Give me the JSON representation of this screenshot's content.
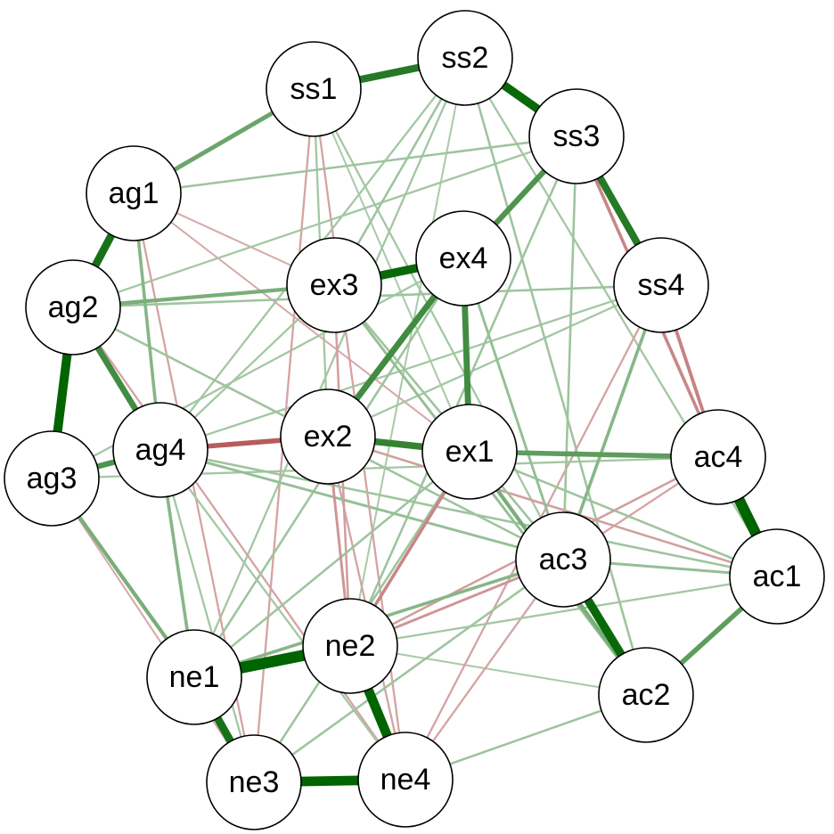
{
  "colors": {
    "positive": "#006400",
    "negative": "#8b0000",
    "node_fill": "#ffffff",
    "node_stroke": "#000000"
  },
  "nodes": [
    {
      "id": "ss1",
      "label": "ss1"
    },
    {
      "id": "ss2",
      "label": "ss2"
    },
    {
      "id": "ss3",
      "label": "ss3"
    },
    {
      "id": "ss4",
      "label": "ss4"
    },
    {
      "id": "ag1",
      "label": "ag1"
    },
    {
      "id": "ag2",
      "label": "ag2"
    },
    {
      "id": "ag3",
      "label": "ag3"
    },
    {
      "id": "ag4",
      "label": "ag4"
    },
    {
      "id": "ex1",
      "label": "ex1"
    },
    {
      "id": "ex2",
      "label": "ex2"
    },
    {
      "id": "ex3",
      "label": "ex3"
    },
    {
      "id": "ex4",
      "label": "ex4"
    },
    {
      "id": "ac1",
      "label": "ac1"
    },
    {
      "id": "ac2",
      "label": "ac2"
    },
    {
      "id": "ac3",
      "label": "ac3"
    },
    {
      "id": "ac4",
      "label": "ac4"
    },
    {
      "id": "ne1",
      "label": "ne1"
    },
    {
      "id": "ne2",
      "label": "ne2"
    },
    {
      "id": "ne3",
      "label": "ne3"
    },
    {
      "id": "ne4",
      "label": "ne4"
    }
  ],
  "edges": [
    {
      "from": "ss1",
      "to": "ss2",
      "weight": 0.55,
      "sign": "positive"
    },
    {
      "from": "ss2",
      "to": "ss3",
      "weight": 0.65,
      "sign": "positive"
    },
    {
      "from": "ss3",
      "to": "ss4",
      "weight": 0.55,
      "sign": "positive"
    },
    {
      "from": "ss3",
      "to": "ex4",
      "weight": 0.4,
      "sign": "positive"
    },
    {
      "from": "ss1",
      "to": "ag1",
      "weight": 0.3,
      "sign": "positive"
    },
    {
      "from": "ss3",
      "to": "ac4",
      "weight": 0.2,
      "sign": "negative"
    },
    {
      "from": "ss4",
      "to": "ac4",
      "weight": 0.22,
      "sign": "negative"
    },
    {
      "from": "ag1",
      "to": "ag2",
      "weight": 0.6,
      "sign": "positive"
    },
    {
      "from": "ag2",
      "to": "ag3",
      "weight": 0.7,
      "sign": "positive"
    },
    {
      "from": "ag2",
      "to": "ag4",
      "weight": 0.45,
      "sign": "positive"
    },
    {
      "from": "ag3",
      "to": "ag4",
      "weight": 0.4,
      "sign": "positive"
    },
    {
      "from": "ex3",
      "to": "ex4",
      "weight": 0.65,
      "sign": "positive"
    },
    {
      "from": "ex4",
      "to": "ex2",
      "weight": 0.45,
      "sign": "positive"
    },
    {
      "from": "ex4",
      "to": "ex1",
      "weight": 0.45,
      "sign": "positive"
    },
    {
      "from": "ex2",
      "to": "ex1",
      "weight": 0.5,
      "sign": "positive"
    },
    {
      "from": "ex3",
      "to": "ag2",
      "weight": 0.25,
      "sign": "positive"
    },
    {
      "from": "ag4",
      "to": "ex2",
      "weight": 0.35,
      "sign": "negative"
    },
    {
      "from": "ex1",
      "to": "ac4",
      "weight": 0.35,
      "sign": "positive"
    },
    {
      "from": "ex1",
      "to": "ac2",
      "weight": 0.25,
      "sign": "positive"
    },
    {
      "from": "ac4",
      "to": "ac1",
      "weight": 0.85,
      "sign": "positive"
    },
    {
      "from": "ac3",
      "to": "ac2",
      "weight": 0.65,
      "sign": "positive"
    },
    {
      "from": "ac1",
      "to": "ac2",
      "weight": 0.35,
      "sign": "positive"
    },
    {
      "from": "ac3",
      "to": "ac1",
      "weight": 0.15,
      "sign": "positive"
    },
    {
      "from": "ac4",
      "to": "ac3",
      "weight": 0.1,
      "sign": "negative"
    },
    {
      "from": "ne1",
      "to": "ne2",
      "weight": 0.9,
      "sign": "positive"
    },
    {
      "from": "ne2",
      "to": "ne4",
      "weight": 0.75,
      "sign": "positive"
    },
    {
      "from": "ne1",
      "to": "ne3",
      "weight": 0.6,
      "sign": "positive"
    },
    {
      "from": "ne3",
      "to": "ne4",
      "weight": 0.75,
      "sign": "positive"
    },
    {
      "from": "ne1",
      "to": "ag3",
      "weight": 0.25,
      "sign": "positive"
    },
    {
      "from": "ne1",
      "to": "ag4",
      "weight": 0.2,
      "sign": "positive"
    },
    {
      "from": "ne2",
      "to": "ac3",
      "weight": 0.15,
      "sign": "negative"
    },
    {
      "from": "ne2",
      "to": "ex1",
      "weight": 0.2,
      "sign": "negative"
    },
    {
      "from": "ne1",
      "to": "ac3",
      "weight": 0.2,
      "sign": "positive"
    },
    {
      "from": "ne4",
      "to": "ac2",
      "weight": 0.12,
      "sign": "positive"
    },
    {
      "from": "ag1",
      "to": "ag4",
      "weight": 0.2,
      "sign": "positive"
    },
    {
      "from": "ag1",
      "to": "ss3",
      "weight": 0.12,
      "sign": "positive"
    },
    {
      "from": "ag2",
      "to": "ss4",
      "weight": 0.12,
      "sign": "positive"
    },
    {
      "from": "ag3",
      "to": "ex4",
      "weight": 0.1,
      "sign": "positive"
    },
    {
      "from": "ag4",
      "to": "ac1",
      "weight": 0.12,
      "sign": "positive"
    },
    {
      "from": "ag4",
      "to": "ac3",
      "weight": 0.15,
      "sign": "positive"
    },
    {
      "from": "ag2",
      "to": "ac3",
      "weight": 0.12,
      "sign": "positive"
    },
    {
      "from": "ex2",
      "to": "ne2",
      "weight": 0.15,
      "sign": "negative"
    },
    {
      "from": "ex3",
      "to": "ne2",
      "weight": 0.12,
      "sign": "negative"
    },
    {
      "from": "ex3",
      "to": "ac2",
      "weight": 0.15,
      "sign": "positive"
    },
    {
      "from": "ex2",
      "to": "ac1",
      "weight": 0.12,
      "sign": "negative"
    },
    {
      "from": "ex1",
      "to": "ne3",
      "weight": 0.12,
      "sign": "positive"
    },
    {
      "from": "ex4",
      "to": "ne1",
      "weight": 0.12,
      "sign": "positive"
    },
    {
      "from": "ex4",
      "to": "ac3",
      "weight": 0.15,
      "sign": "positive"
    },
    {
      "from": "ss1",
      "to": "ne3",
      "weight": 0.1,
      "sign": "negative"
    },
    {
      "from": "ss1",
      "to": "ne4",
      "weight": 0.1,
      "sign": "negative"
    },
    {
      "from": "ss1",
      "to": "ac3",
      "weight": 0.1,
      "sign": "positive"
    },
    {
      "from": "ss1",
      "to": "ex1",
      "weight": 0.08,
      "sign": "positive"
    },
    {
      "from": "ss2",
      "to": "ex3",
      "weight": 0.12,
      "sign": "positive"
    },
    {
      "from": "ss2",
      "to": "ag4",
      "weight": 0.1,
      "sign": "positive"
    },
    {
      "from": "ss2",
      "to": "ac2",
      "weight": 0.12,
      "sign": "positive"
    },
    {
      "from": "ss2",
      "to": "ne1",
      "weight": 0.1,
      "sign": "positive"
    },
    {
      "from": "ss2",
      "to": "ac1",
      "weight": 0.1,
      "sign": "positive"
    },
    {
      "from": "ss2",
      "to": "ne2",
      "weight": 0.08,
      "sign": "positive"
    },
    {
      "from": "ss3",
      "to": "ag2",
      "weight": 0.1,
      "sign": "positive"
    },
    {
      "from": "ss3",
      "to": "ne2",
      "weight": 0.12,
      "sign": "positive"
    },
    {
      "from": "ss3",
      "to": "ac3",
      "weight": 0.12,
      "sign": "positive"
    },
    {
      "from": "ss4",
      "to": "ag4",
      "weight": 0.1,
      "sign": "positive"
    },
    {
      "from": "ss4",
      "to": "ne4",
      "weight": 0.1,
      "sign": "negative"
    },
    {
      "from": "ss4",
      "to": "ac3",
      "weight": 0.2,
      "sign": "positive"
    },
    {
      "from": "ag1",
      "to": "ne3",
      "weight": 0.1,
      "sign": "negative"
    },
    {
      "from": "ag1",
      "to": "ex1",
      "weight": 0.08,
      "sign": "negative"
    },
    {
      "from": "ag2",
      "to": "ne4",
      "weight": 0.1,
      "sign": "negative"
    },
    {
      "from": "ag3",
      "to": "ac4",
      "weight": 0.1,
      "sign": "positive"
    },
    {
      "from": "ag3",
      "to": "ne3",
      "weight": 0.08,
      "sign": "negative"
    },
    {
      "from": "ag4",
      "to": "ne3",
      "weight": 0.1,
      "sign": "positive"
    },
    {
      "from": "ag4",
      "to": "ne4",
      "weight": 0.1,
      "sign": "positive"
    },
    {
      "from": "ex1",
      "to": "ac1",
      "weight": 0.12,
      "sign": "positive"
    },
    {
      "from": "ex2",
      "to": "ne4",
      "weight": 0.1,
      "sign": "negative"
    },
    {
      "from": "ne2",
      "to": "ac4",
      "weight": 0.12,
      "sign": "negative"
    },
    {
      "from": "ne3",
      "to": "ac3",
      "weight": 0.12,
      "sign": "positive"
    },
    {
      "from": "ne4",
      "to": "ac3",
      "weight": 0.1,
      "sign": "negative"
    },
    {
      "from": "ne1",
      "to": "ex1",
      "weight": 0.12,
      "sign": "positive"
    },
    {
      "from": "ac2",
      "to": "ne2",
      "weight": 0.08,
      "sign": "positive"
    },
    {
      "from": "ac1",
      "to": "ne2",
      "weight": 0.1,
      "sign": "positive"
    },
    {
      "from": "ss4",
      "to": "ex2",
      "weight": 0.1,
      "sign": "positive"
    },
    {
      "from": "ss1",
      "to": "ex2",
      "weight": 0.1,
      "sign": "positive"
    },
    {
      "from": "ag1",
      "to": "ex3",
      "weight": 0.08,
      "sign": "negative"
    },
    {
      "from": "ex3",
      "to": "ac3",
      "weight": 0.12,
      "sign": "positive"
    },
    {
      "from": "ex3",
      "to": "ag4",
      "weight": 0.1,
      "sign": "positive"
    }
  ]
}
